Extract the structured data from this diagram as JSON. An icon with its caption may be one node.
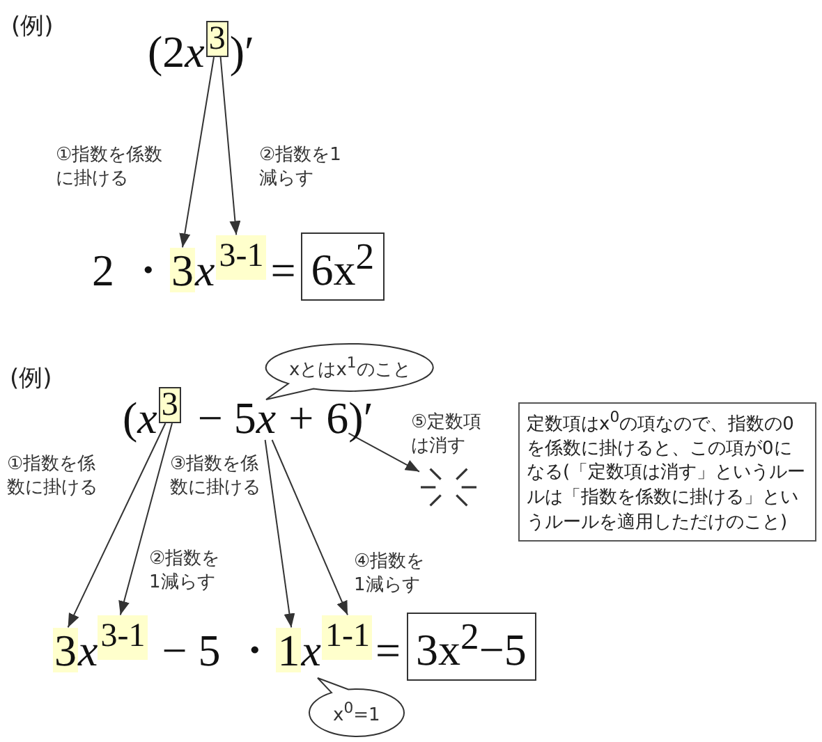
{
  "diagram": {
    "nodes": [
      {
        "text": [
          "3"
        ]
      },
      {
        "text": [
          "3"
        ]
      },
      {
        "text": [
          "3-1"
        ]
      },
      {
        "text": [
          "6x$^{2}$"
        ]
      },
      {
        "text": [
          "xとはx$^{1}$のこと"
        ]
      },
      {
        "text": [
          "3"
        ]
      },
      {
        "text": [
          "x"
        ]
      },
      {
        "text": [
          "6"
        ]
      },
      {
        "text": [
          "定数項はx$^{0}$の項なので、指数の0を係数に掛けると、この項が0になる(「定数項は消す」というルールは「指数を係数に掛ける」というルールを適用しただけのこと)"
        ]
      },
      {
        "text": [],
        "shape": "burst"
      },
      {
        "text": [
          "3"
        ]
      },
      {
        "text": [
          "3-1"
        ]
      },
      {
        "text": [
          "1"
        ]
      },
      {
        "text": [
          "1-1"
        ]
      },
      {
        "text": [
          "3x$^{2}$−5"
        ]
      },
      {
        "text": [
          "x$^{0}$=1"
        ]
      }
    ],
    "edges": [
      {
        "from": 0,
        "to": 1,
        "arrow": "to",
        "label": "①指数を係数に掛ける"
      },
      {
        "from": 0,
        "to": 2,
        "arrow": "to",
        "label": "②指数を1減らす"
      },
      {
        "from": 5,
        "to": 10,
        "arrow": "to",
        "label": "①指数を係数に掛ける"
      },
      {
        "from": 5,
        "to": 11,
        "arrow": "to",
        "label": "②指数を1減らす"
      },
      {
        "from": 6,
        "to": 12,
        "arrow": "to",
        "label": "③指数を係数に掛ける"
      },
      {
        "from": 6,
        "to": 13,
        "arrow": "to",
        "label": "④指数を1減らす"
      },
      {
        "from": 7,
        "to": 9,
        "arrow": "to",
        "label": "⑤定数項は消す"
      }
    ],
    "labels": [
      "(例)",
      "(2",
      "x",
      ")′",
      "2 ・",
      "x",
      "=",
      "(例)",
      "(*x*",
      "− 5",
      "+",
      ")′",
      "x",
      "− 5 ・",
      "x",
      "="
    ]
  }
}
